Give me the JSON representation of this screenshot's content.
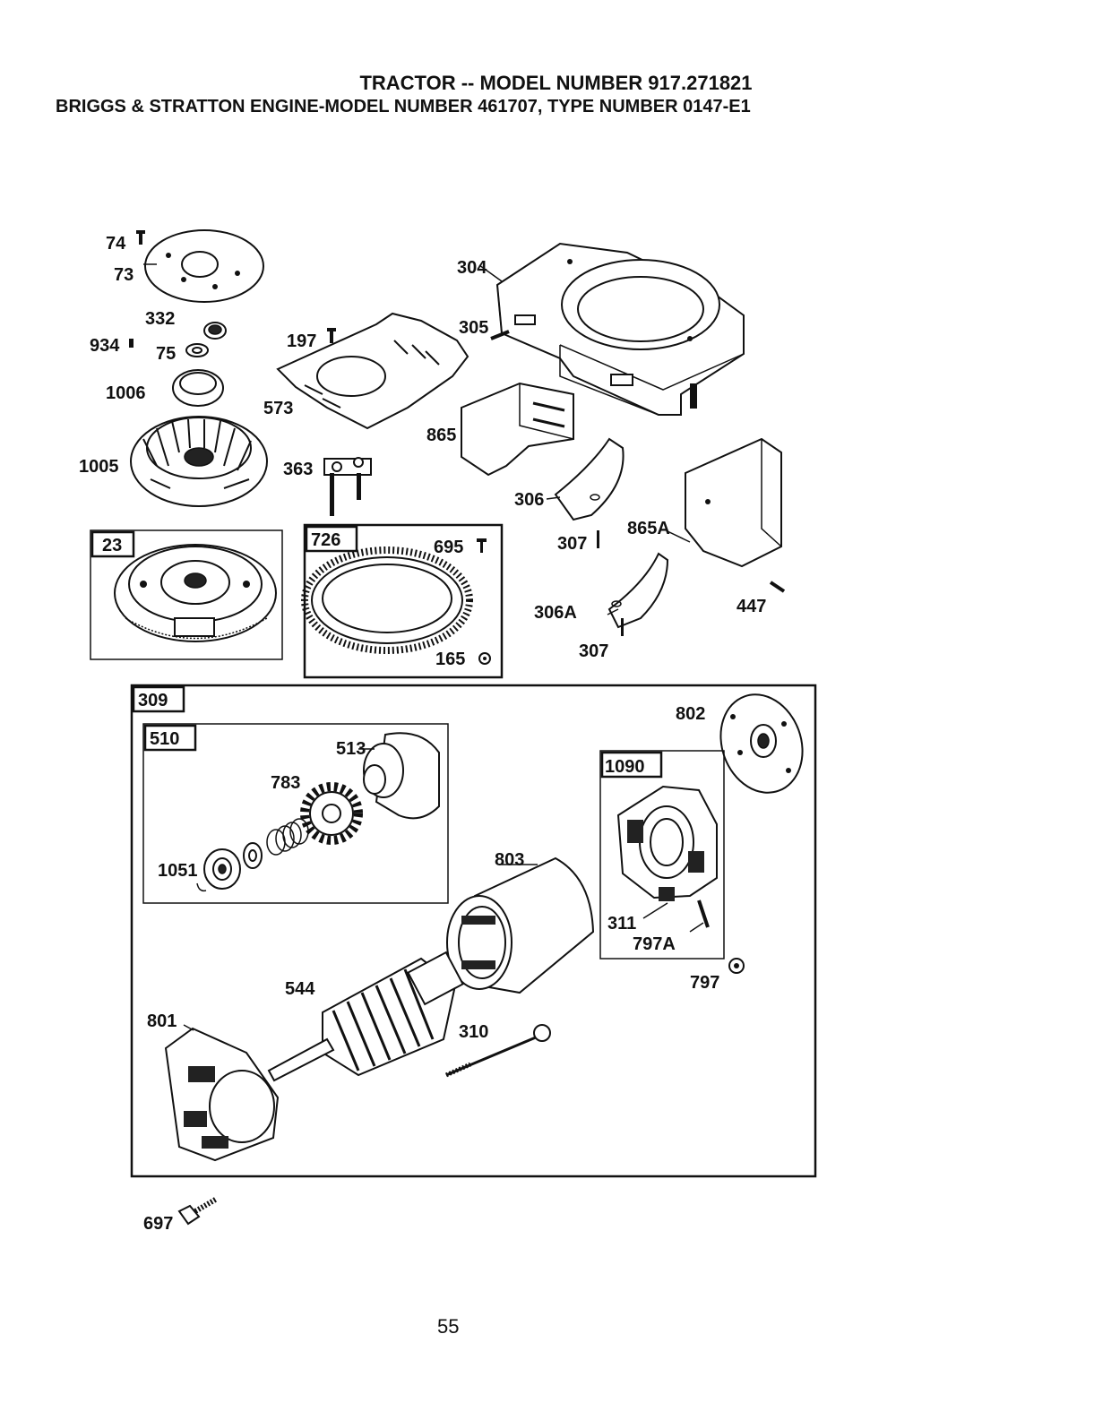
{
  "header": {
    "title": "TRACTOR -- MODEL NUMBER 917.271821",
    "subtitle": "BRIGGS & STRATTON ENGINE-MODEL NUMBER 461707, TYPE NUMBER 0147-E1"
  },
  "page_number": "55",
  "callouts": {
    "p74": "74",
    "p73": "73",
    "p332": "332",
    "p934": "934",
    "p75": "75",
    "p1006": "1006",
    "p1005": "1005",
    "p197": "197",
    "p573": "573",
    "p363": "363",
    "p304": "304",
    "p305": "305",
    "p865": "865",
    "p306": "306",
    "p307a": "307",
    "p865a": "865A",
    "p306a": "306A",
    "p307b": "307",
    "p447": "447",
    "p695": "695",
    "p165": "165",
    "p802": "802",
    "p513": "513",
    "p783": "783",
    "p1051": "1051",
    "p803": "803",
    "p311": "311",
    "p797a": "797A",
    "p797": "797",
    "p544": "544",
    "p801": "801",
    "p310": "310",
    "p697": "697"
  },
  "assembly_boxes": {
    "b23": "23",
    "b726": "726",
    "b309": "309",
    "b510": "510",
    "b1090": "1090"
  }
}
